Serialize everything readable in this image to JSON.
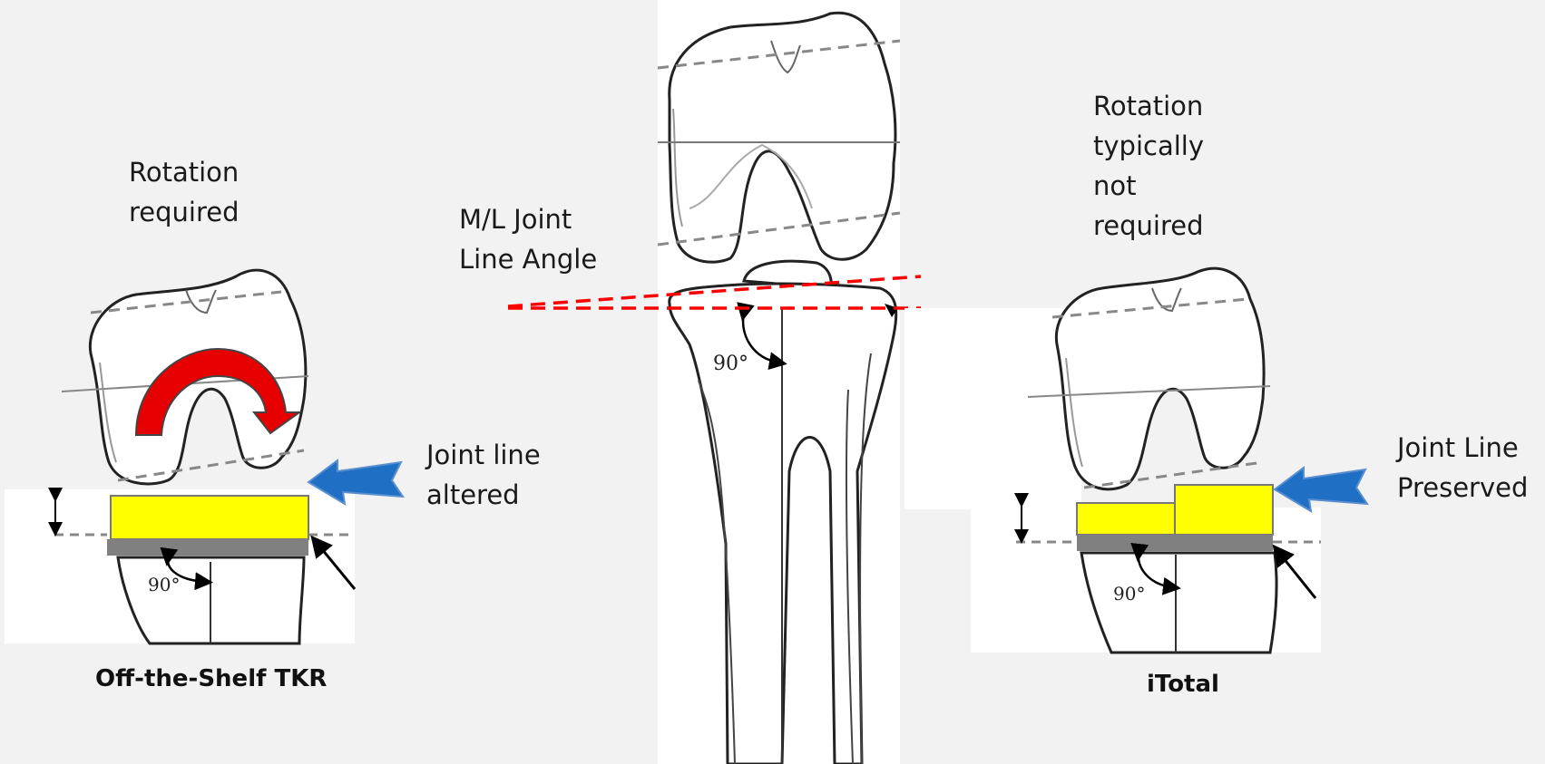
{
  "left": {
    "note": "Rotation\nrequired",
    "callout": "Joint line\naltered",
    "caption": "Off-the-Shelf TKR",
    "angle": "90°"
  },
  "center": {
    "note": "M/L Joint\nLine Angle",
    "angle": "90°"
  },
  "right": {
    "note": "Rotation\ntypically\nnot\nrequired",
    "callout": "Joint Line\nPreserved",
    "caption": "iTotal",
    "angle": "90°"
  },
  "colors": {
    "insert": "#ffff00",
    "tray": "#808080",
    "arrow_blue": "#1f6fc5",
    "arrow_red": "#e60000",
    "guide_red": "#ff0000"
  }
}
